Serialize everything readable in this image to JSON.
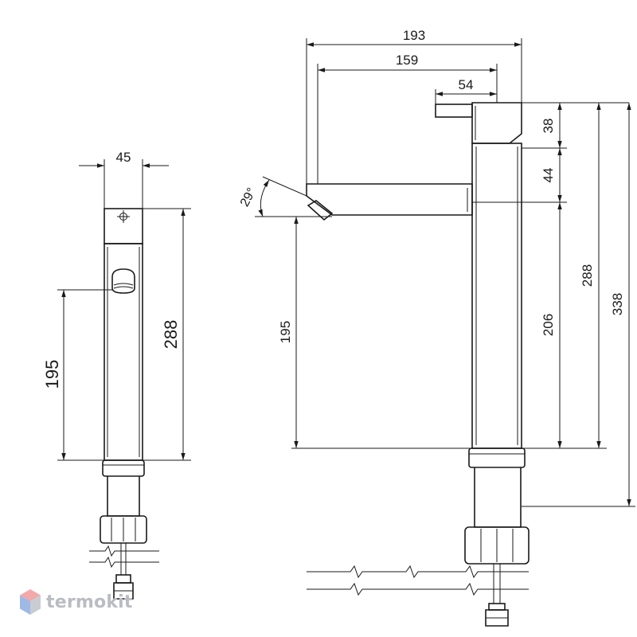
{
  "front_view": {
    "width": "45",
    "total_height": "288",
    "outlet_height": "195"
  },
  "side_view": {
    "overall_reach": "193",
    "spout_reach": "159",
    "lever_length": "54",
    "lever_height": "38",
    "spout_top_gap": "44",
    "spout_height": "206",
    "body_height": "288",
    "overall_height": "338",
    "outlet_height": "195",
    "spout_angle": "29°"
  },
  "brand": {
    "name": "termokit",
    "colors": {
      "top": "#f2a9a9",
      "left": "#9fb9e6",
      "right": "#c9ccd3",
      "text": "#b9bcc2"
    }
  }
}
